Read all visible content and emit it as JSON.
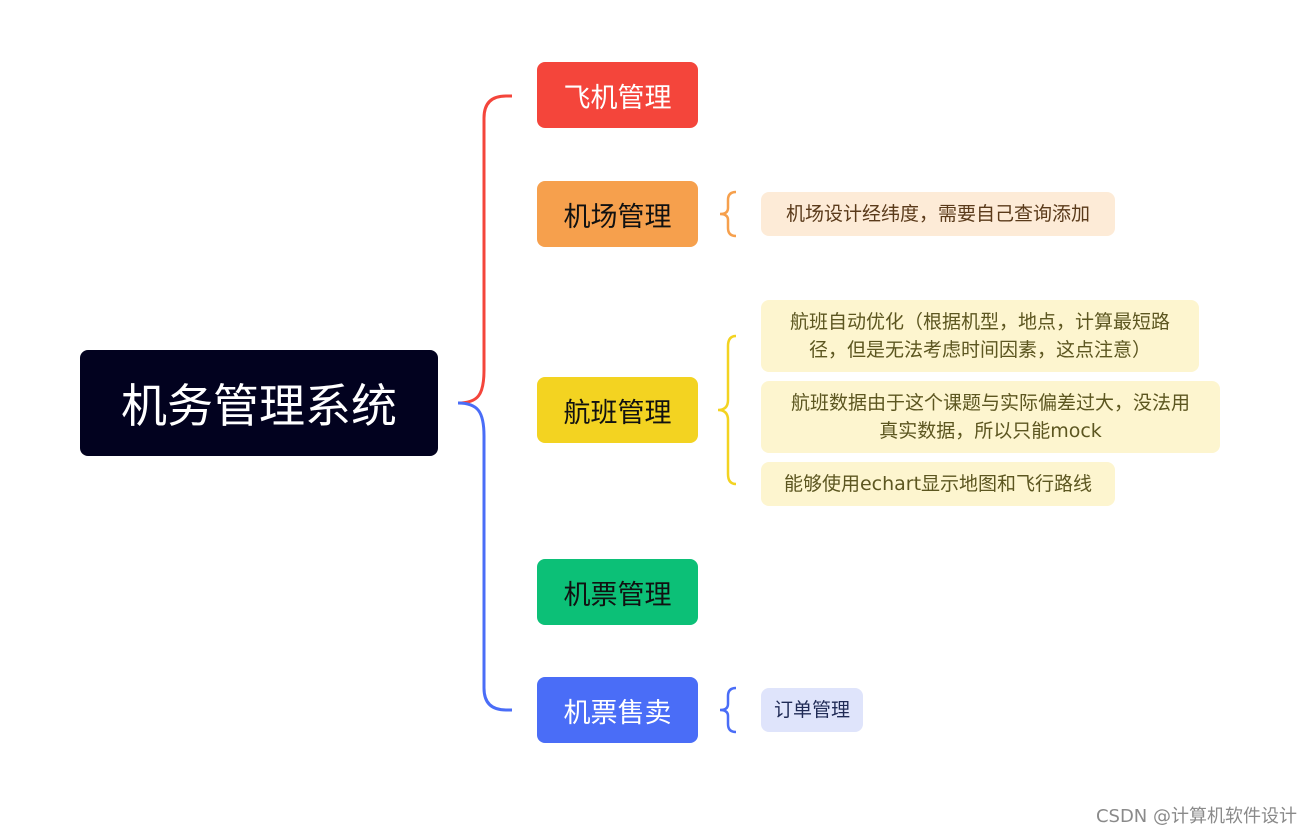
{
  "root": {
    "label": "机务管理系统"
  },
  "colors": {
    "root_bg": "#02021f",
    "red": "#f4453b",
    "orange": "#f6a04d",
    "yellow": "#f3d321",
    "green": "#0cc077",
    "blue": "#4a6df7"
  },
  "branches": [
    {
      "label": "飞机管理",
      "bg": "#f4453b",
      "fg": "#ffffff"
    },
    {
      "label": "机场管理",
      "bg": "#f6a04d",
      "fg": "#111111"
    },
    {
      "label": "航班管理",
      "bg": "#f3d321",
      "fg": "#111111"
    },
    {
      "label": "机票管理",
      "bg": "#0cc077",
      "fg": "#111111"
    },
    {
      "label": "机票售卖",
      "bg": "#4a6df7",
      "fg": "#ffffff"
    }
  ],
  "notes": {
    "airport": [
      "机场设计经纬度，需要自己查询添加"
    ],
    "flight": [
      [
        "航班自动优化（根据机型，地点，计算最短路",
        "径，但是无法考虑时间因素，这点注意）"
      ],
      [
        "航班数据由于这个课题与实际偏差过大，没法用",
        "真实数据，所以只能mock"
      ],
      [
        "能够使用echart显示地图和飞行路线"
      ]
    ],
    "sale": [
      "订单管理"
    ]
  },
  "watermark": "CSDN @计算机软件设计"
}
